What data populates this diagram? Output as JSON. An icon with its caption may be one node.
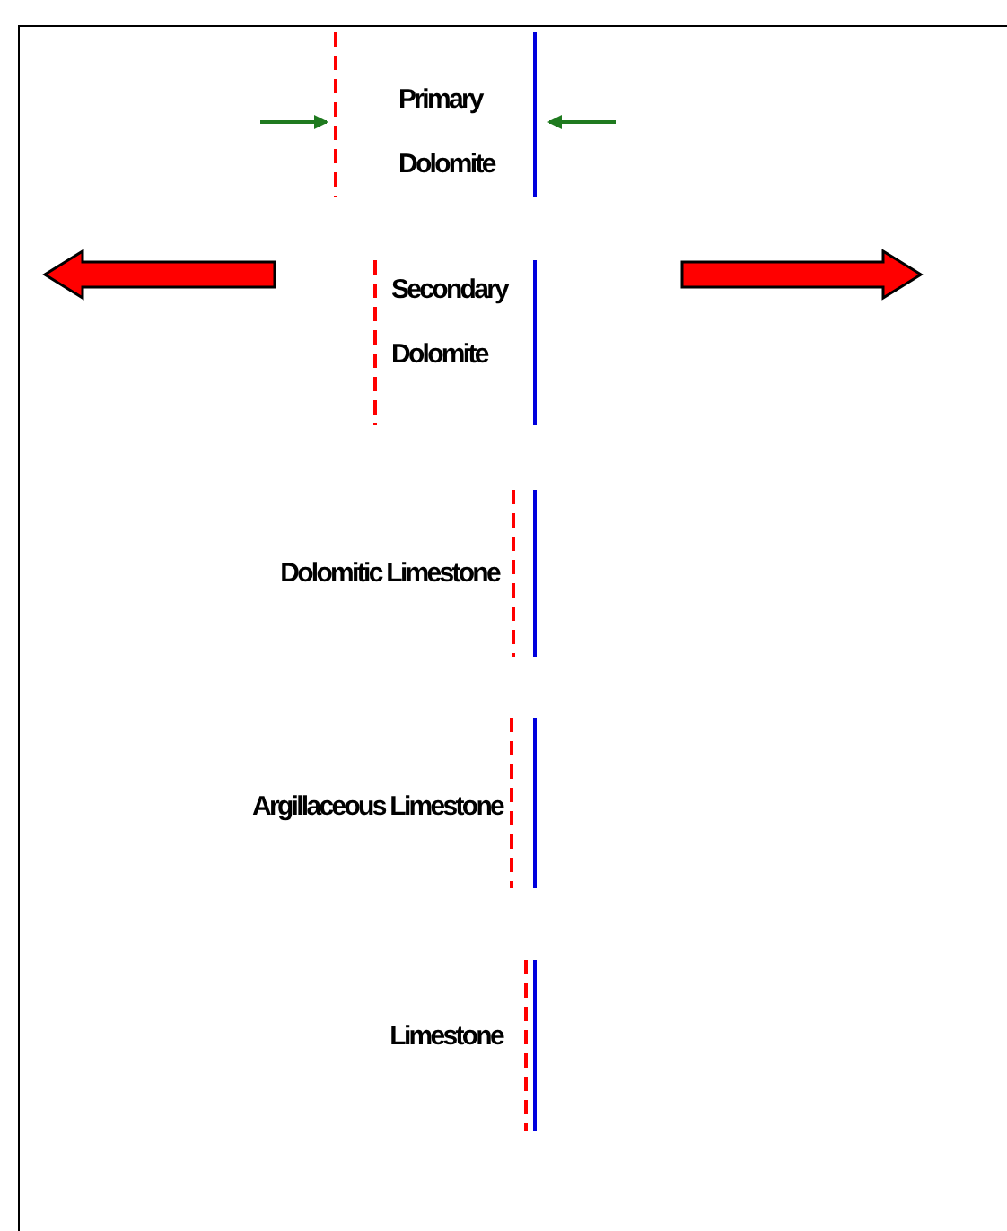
{
  "diagram": {
    "labels": [
      "Primary Dolomite",
      "Secondary Dolomite",
      "Dolomitic Limestone",
      "Argillaceous Limestone",
      "Limestone"
    ]
  }
}
